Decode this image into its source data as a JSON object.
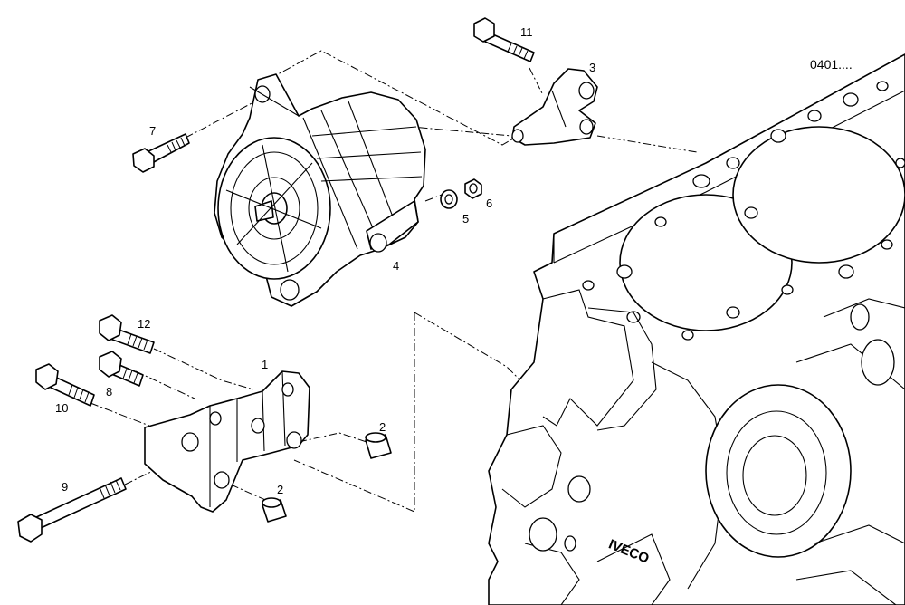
{
  "diagram": {
    "reference_code": "0401....",
    "callouts": {
      "c1": "1",
      "c2a": "2",
      "c2b": "2",
      "c3": "3",
      "c4": "4",
      "c5": "5",
      "c6": "6",
      "c7": "7",
      "c8": "8",
      "c9": "9",
      "c10": "10",
      "c11": "11",
      "c12": "12"
    },
    "engine_logo_text": "IVECO"
  }
}
